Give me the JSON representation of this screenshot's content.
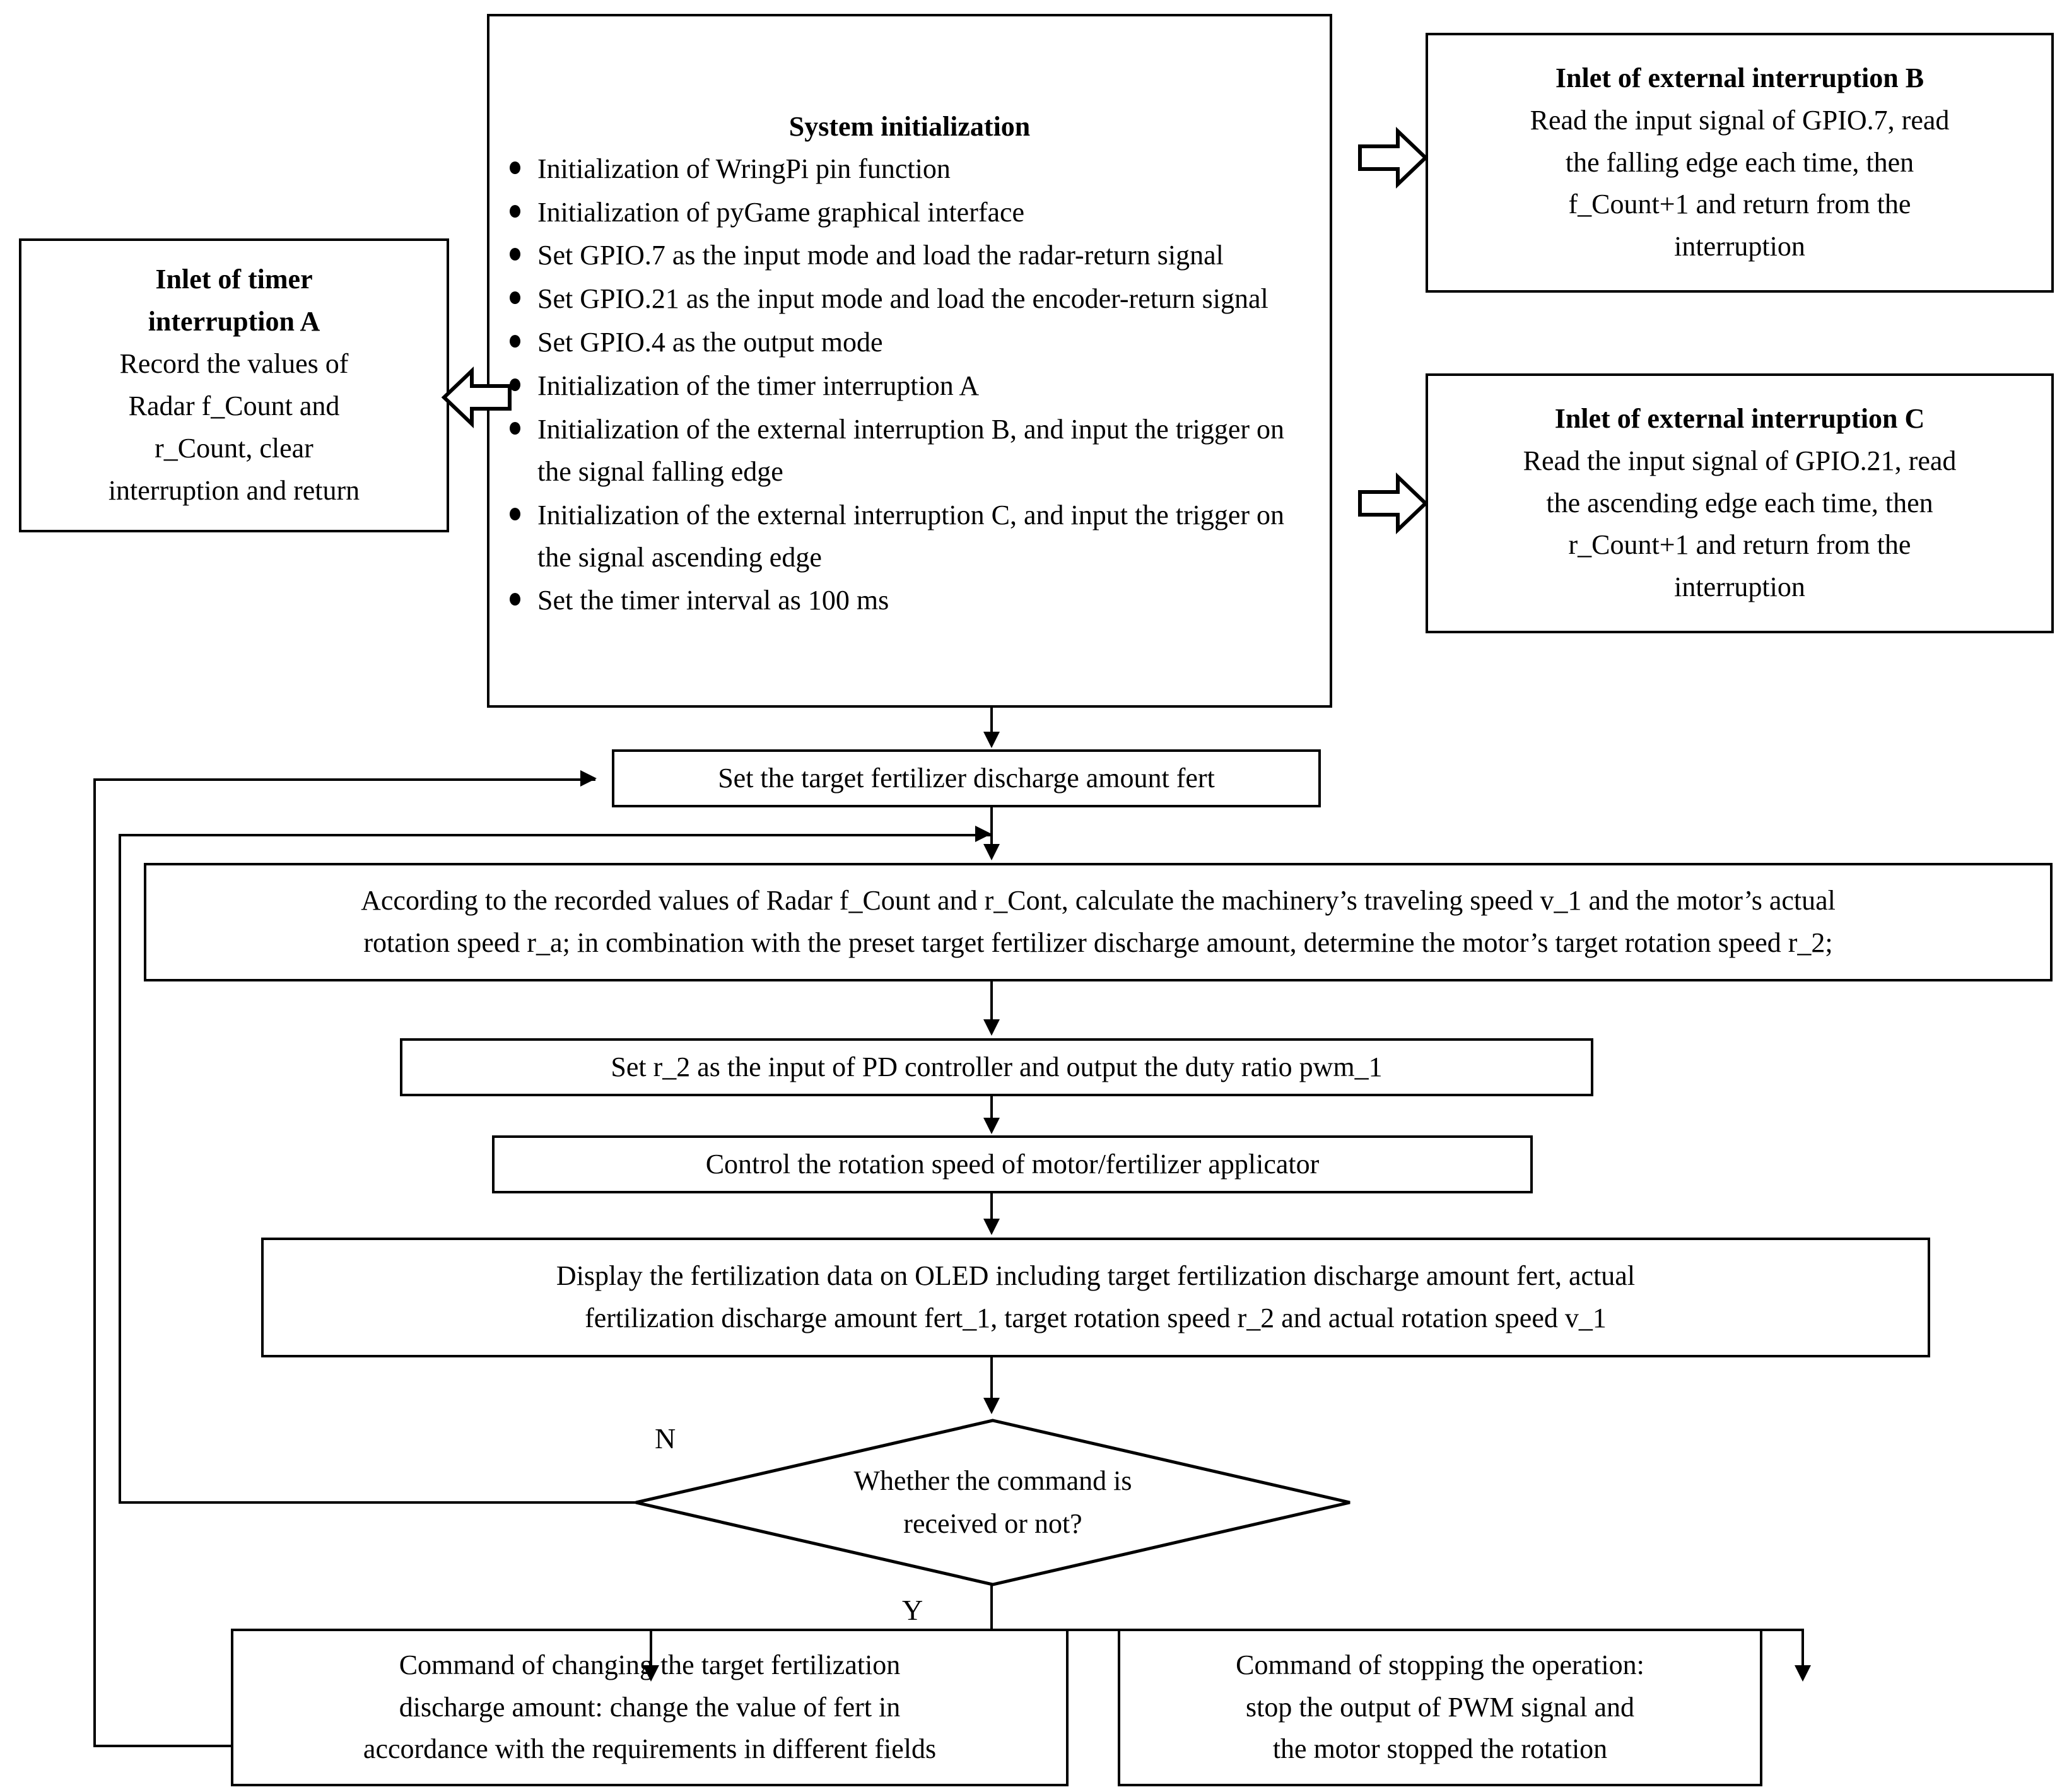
{
  "diagram": {
    "type": "flowchart",
    "title": "Fertilizer discharge control program flowchart"
  },
  "nodes": {
    "system_init": {
      "title": "System initialization",
      "bullets": [
        "Initialization of WringPi pin function",
        "Initialization of pyGame graphical interface",
        "Set GPIO.7 as the input mode and load the radar-return signal",
        "Set GPIO.21 as the input mode and load the encoder-return signal",
        "Set GPIO.4 as the output mode",
        "Initialization of the timer interruption A",
        "Initialization of the external interruption B, and input the trigger on the signal falling edge",
        "Initialization of the external interruption C, and input the trigger on the signal ascending edge",
        "Set the timer interval as 100 ms"
      ]
    },
    "timer_a": {
      "title_line1": "Inlet of timer",
      "title_line2": "interruption A",
      "body_line1": "Record the values of",
      "body_line2": "Radar f_Count and",
      "body_line3": "r_Count, clear",
      "body_line4": "interruption and return"
    },
    "ext_b": {
      "title": "Inlet of external interruption B",
      "body_line1": "Read the input signal of GPIO.7, read",
      "body_line2": "the falling edge each time, then",
      "body_line3": "f_Count+1 and return from the",
      "body_line4": "interruption"
    },
    "ext_c": {
      "title": "Inlet of external interruption C",
      "body_line1": "Read the input signal of GPIO.21, read",
      "body_line2": "the ascending edge each time, then",
      "body_line3": "r_Count+1 and return from the",
      "body_line4": "interruption"
    },
    "set_target": {
      "text": "Set the target fertilizer discharge amount fert"
    },
    "calculate": {
      "line1": "According to the recorded values of Radar f_Count and r_Cont, calculate the machinery’s traveling speed v_1 and the motor’s actual",
      "line2": "rotation speed r_a; in combination with the preset target fertilizer discharge amount, determine the motor’s target rotation speed r_2;"
    },
    "pd_controller": {
      "text": "Set r_2 as the input of PD controller and output the duty ratio pwm_1"
    },
    "control_motor": {
      "text": "Control the rotation speed of motor/fertilizer applicator"
    },
    "oled_display": {
      "line1": "Display the fertilization data on OLED including target fertilization discharge amount fert, actual",
      "line2": "fertilization discharge amount fert_1, target rotation speed r_2 and actual rotation speed v_1"
    },
    "decision": {
      "line1": "Whether the command is",
      "line2": "received or not?",
      "branch_no": "N",
      "branch_yes": "Y"
    },
    "cmd_change": {
      "line1": "Command of changing the target fertilization",
      "line2": "discharge amount: change the value of fert in",
      "line3": "accordance with the requirements in different fields"
    },
    "cmd_stop": {
      "line1": "Command of stopping the operation:",
      "line2": "stop the output of PWM signal and",
      "line3": "the motor stopped the rotation"
    }
  },
  "colors": {
    "stroke": "#000000",
    "background": "#ffffff",
    "block_arrow_fill": "#ffffff"
  }
}
